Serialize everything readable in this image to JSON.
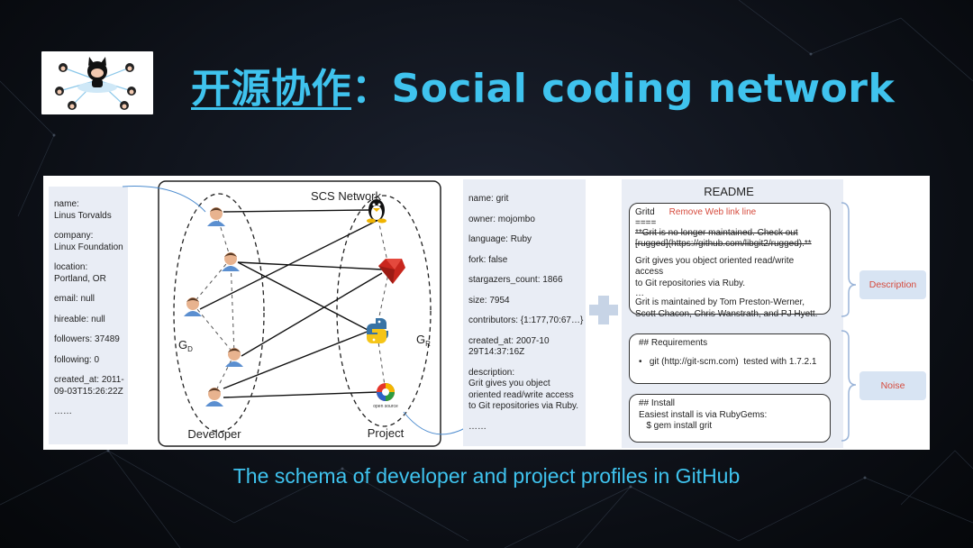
{
  "title": {
    "zh": "开源协作",
    "sep": "：",
    "en": "Social coding network"
  },
  "caption": "The schema of developer and project profiles in GitHub",
  "figure": {
    "developer_profile": [
      {
        "k": "name:",
        "v": "Linus Torvalds"
      },
      {
        "k": "company:",
        "v": "Linux Foundation"
      },
      {
        "k": "location:",
        "v": "Portland, OR"
      },
      {
        "k": "email: null",
        "v": ""
      },
      {
        "k": "hireable: null",
        "v": ""
      },
      {
        "k": "followers: 37489",
        "v": ""
      },
      {
        "k": "following: 0",
        "v": ""
      },
      {
        "k": "created_at: 2011-",
        "v": "09-03T15:26:22Z"
      },
      {
        "k": "……",
        "v": ""
      }
    ],
    "network": {
      "title": "SCS Network",
      "developer_label": "Developer",
      "project_label": "Project",
      "gd_main": "G",
      "gd_sub": "D",
      "gr_main": "G",
      "gr_sub": "R",
      "opensource_label": "open source"
    },
    "project_profile": [
      "name: grit",
      "owner: mojombo",
      "language: Ruby",
      "fork: false",
      "stargazers_count: 1866",
      "size: 7954",
      "contributors: {1:177,70:67…}",
      "created_at: 2007-10\n29T14:37:16Z",
      "description:\nGrit gives you object\noriented read/write access\nto Git repositories via Ruby.",
      "……"
    ],
    "readme": {
      "title": "README",
      "box1_head": "Gritd",
      "box1_remove": "Remove Web link line",
      "box1_eq": "====",
      "box1_strike1": "**Grit is no longer maintained. Check out",
      "box1_strike2": "[rugged](https://github.com/libgit2/rugged).**",
      "box1_p1": "Grit gives you object oriented read/write access\nto Git repositories via Ruby.",
      "box1_dots": "…",
      "box1_p2": "Grit is maintained by Tom Preston-Werner,\nScott Chacon, Chris Wanstrath, and PJ Hyett.",
      "box2_head": "## Requirements",
      "box2_item": "•   git (http://git-scm.com)  tested with 1.7.2.1",
      "box3_head": "## Install",
      "box3_l1": "Easiest install is via RubyGems:",
      "box3_l2": "   $ gem install grit",
      "tag_description": "Description",
      "tag_noise": "Noise"
    }
  },
  "colors": {
    "accent": "#3fc3ee",
    "figure_bg": "#ffffff",
    "card_bg": "#e9edf5",
    "tag_text": "#d64a3c"
  }
}
